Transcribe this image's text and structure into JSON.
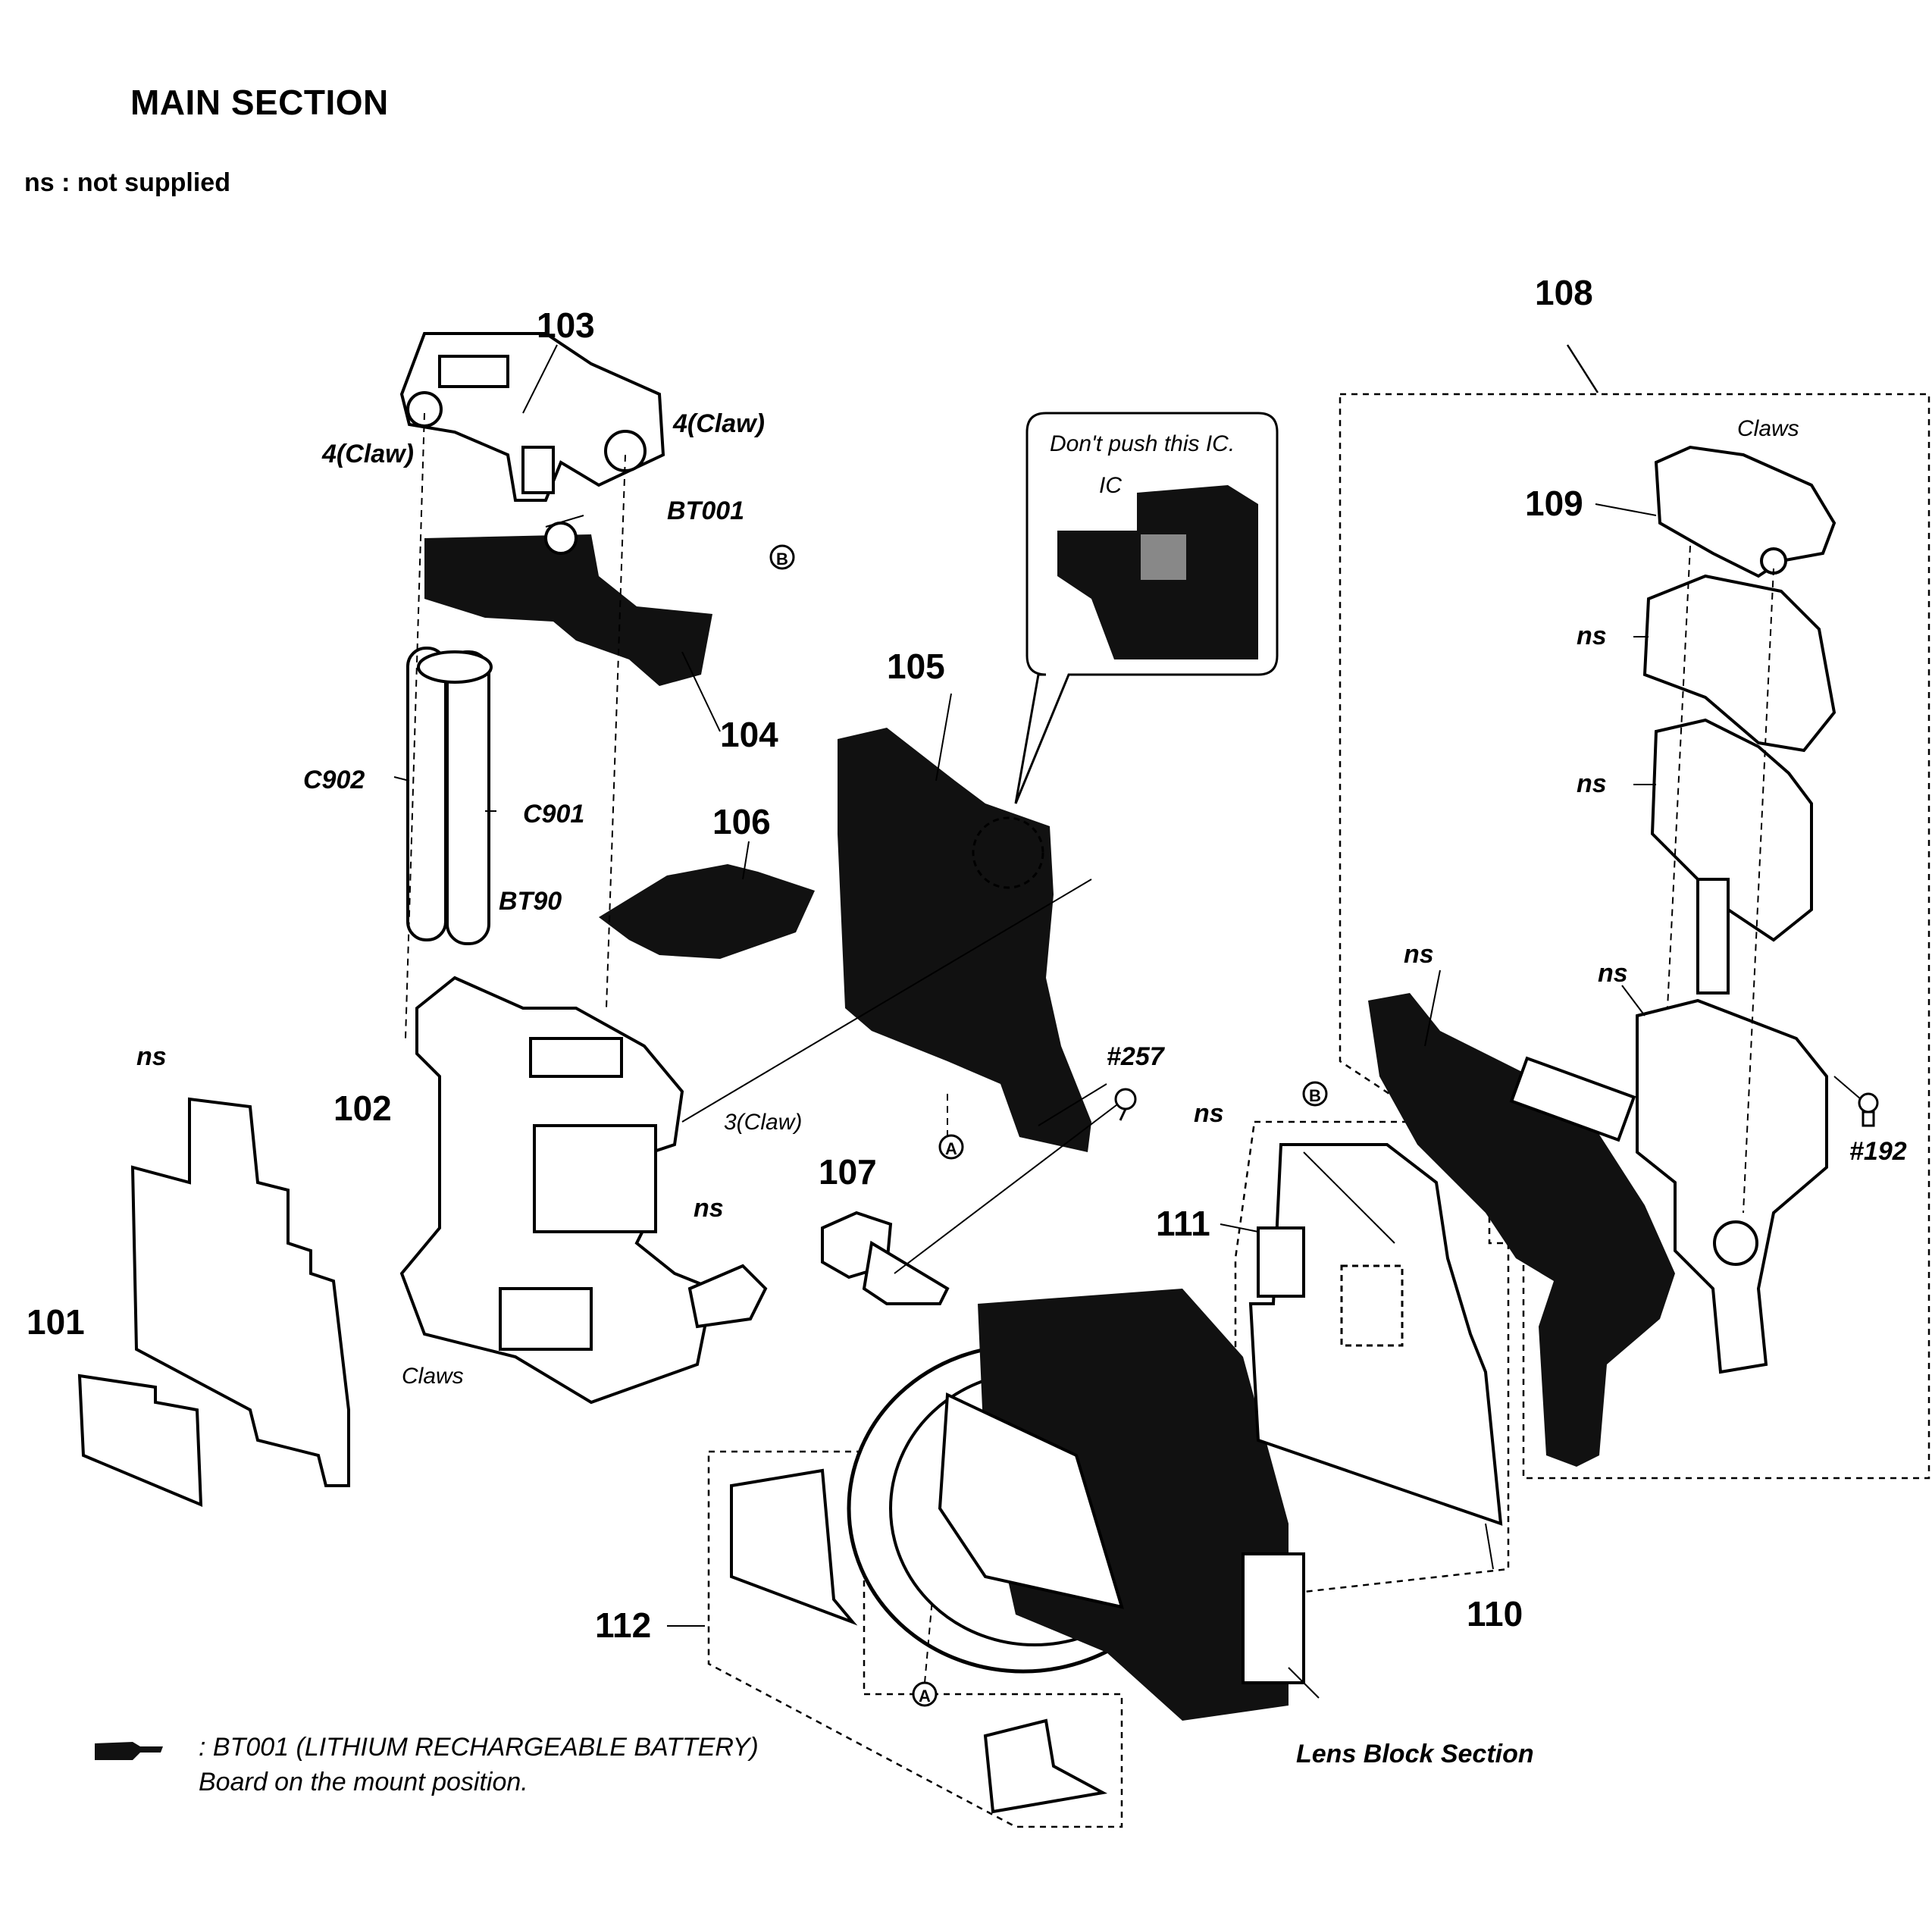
{
  "header": {
    "title": "MAIN SECTION",
    "legend": "ns : not supplied"
  },
  "callout": {
    "warning": "Don't push this IC.",
    "ic_label": "IC"
  },
  "part_numbers": {
    "p101": "101",
    "p102": "102",
    "p103": "103",
    "p104": "104",
    "p105": "105",
    "p106": "106",
    "p107": "107",
    "p108": "108",
    "p109": "109",
    "p110": "110",
    "p111": "111",
    "p112": "112"
  },
  "labels": {
    "claw4_left": "4(Claw)",
    "claw4_right": "4(Claw)",
    "bt001": "BT001",
    "c902": "C902",
    "c901": "C901",
    "bt901": "BT90",
    "claw3": "3(Claw)",
    "claws_left": "Claws",
    "claws_right": "Claws",
    "screw257": "#257",
    "screw192": "#192",
    "ns": "ns",
    "marker_a": "A",
    "marker_b": "B",
    "lens_block": "Lens Block Section"
  },
  "note": {
    "line1": ": BT001 (LITHIUM RECHARGEABLE BATTERY)",
    "line2": "Board on the mount position."
  }
}
